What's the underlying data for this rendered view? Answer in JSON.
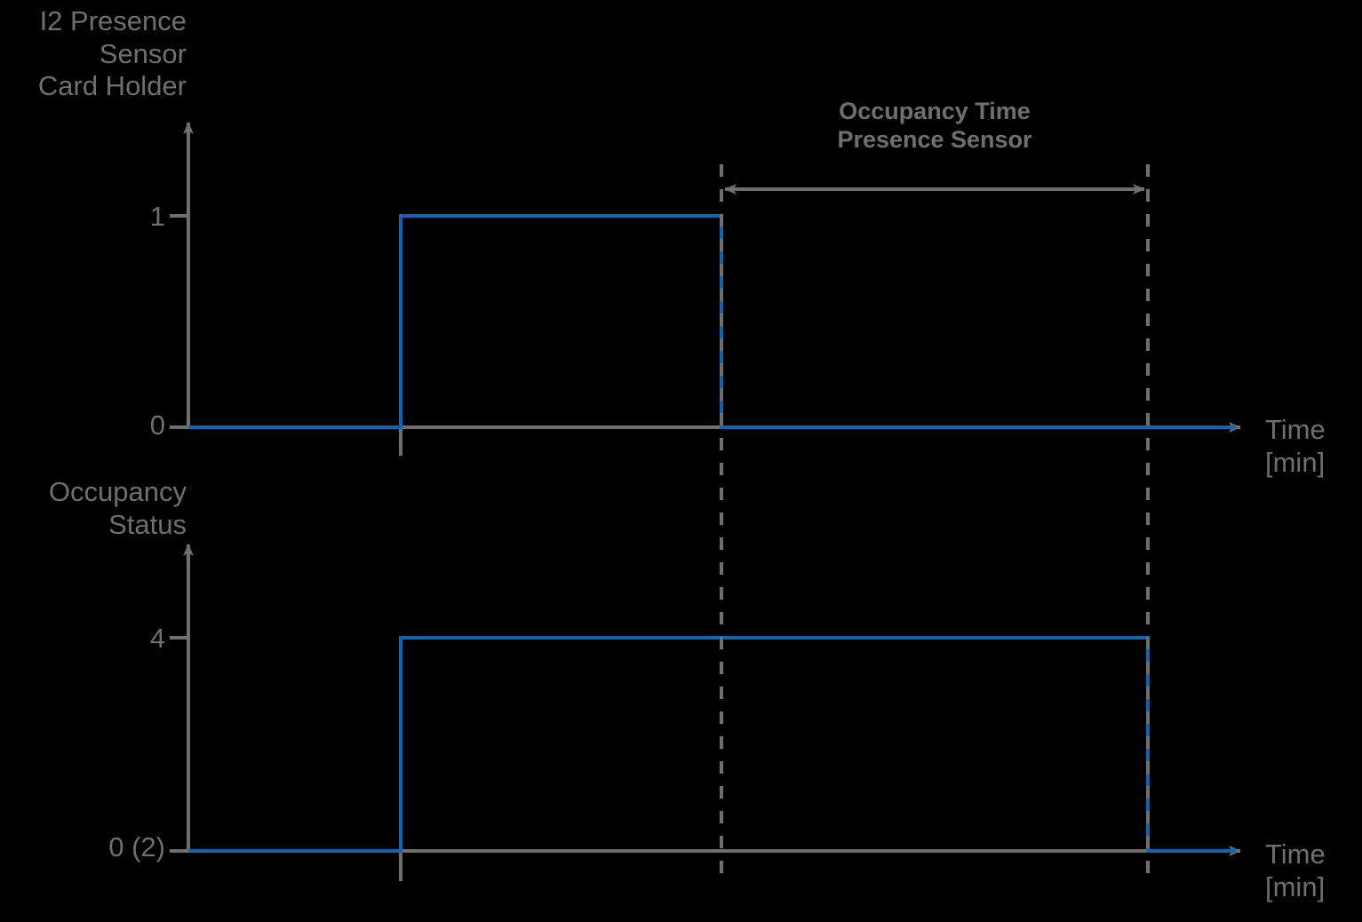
{
  "figure": {
    "background_color": "#000000",
    "accent_color": "#1066b3",
    "axis_color": "#6f6f6f",
    "text_color": "#6f6f6f"
  },
  "annotation": {
    "line1": "Occupancy Time",
    "line2": "Presence Sensor"
  },
  "charts": [
    {
      "id": "presence-sensor",
      "ylabel_line1": "I2 Presence",
      "ylabel_line2": "Sensor",
      "ylabel_line3": "Card Holder",
      "xlabel_line1": "Time",
      "xlabel_line2": "[min]",
      "yticks": [
        "1",
        "0"
      ]
    },
    {
      "id": "occupancy-status",
      "ylabel_line1": "Occupancy",
      "ylabel_line2": "Status",
      "xlabel_line1": "Time",
      "xlabel_line2": "[min]",
      "yticks": [
        "4",
        "0 (2)"
      ]
    }
  ],
  "chart_data": [
    {
      "type": "line",
      "id": "presence-sensor",
      "title": "I2 Presence Sensor Card Holder",
      "xlabel": "Time [min]",
      "ylabel": "I2 Presence Sensor Card Holder",
      "ylim": [
        0,
        1.35
      ],
      "ytick_values": [
        1,
        0
      ],
      "ytick_labels": [
        "1",
        "0"
      ],
      "grid": false,
      "legend": "none",
      "step": "post",
      "x": [
        0.0,
        2.0,
        2.0,
        4.0,
        4.0,
        6.6
      ],
      "y": [
        0,
        0,
        1,
        1,
        0,
        0
      ],
      "series": [
        {
          "name": "Presence Sensor Card Holder",
          "color": "#1066b3",
          "points": [
            {
              "x": 0.0,
              "y": 0
            },
            {
              "x": 2.0,
              "y": 0
            },
            {
              "x": 2.0,
              "y": 1
            },
            {
              "x": 4.0,
              "y": 1
            },
            {
              "x": 4.0,
              "y": 0
            },
            {
              "x": 6.6,
              "y": 0
            }
          ]
        }
      ],
      "annotations": [
        {
          "type": "double-arrow",
          "text": "Occupancy Time Presence Sensor",
          "x_start": 4.0,
          "x_end": 6.65
        },
        {
          "type": "vline-dashed",
          "x": 4.0
        },
        {
          "type": "vline-dashed",
          "x": 6.65
        }
      ]
    },
    {
      "type": "line",
      "id": "occupancy-status",
      "title": "Occupancy Status",
      "xlabel": "Time [min]",
      "ylabel": "Occupancy Status",
      "ylim": [
        0,
        5.4
      ],
      "ytick_values": [
        4,
        0
      ],
      "ytick_labels": [
        "4",
        "0 (2)"
      ],
      "grid": false,
      "legend": "none",
      "step": "post",
      "x": [
        0.0,
        2.0,
        2.0,
        6.65,
        6.65,
        7.6
      ],
      "y": [
        0,
        0,
        4,
        4,
        0,
        0
      ],
      "series": [
        {
          "name": "Occupancy Status",
          "color": "#1066b3",
          "points": [
            {
              "x": 0.0,
              "y": 0
            },
            {
              "x": 2.0,
              "y": 0
            },
            {
              "x": 2.0,
              "y": 4
            },
            {
              "x": 6.65,
              "y": 4
            },
            {
              "x": 6.65,
              "y": 0
            },
            {
              "x": 7.6,
              "y": 0
            }
          ]
        }
      ],
      "annotations": [
        {
          "type": "vline-dashed",
          "x": 4.0
        },
        {
          "type": "vline-dashed",
          "x": 6.65
        }
      ]
    }
  ]
}
